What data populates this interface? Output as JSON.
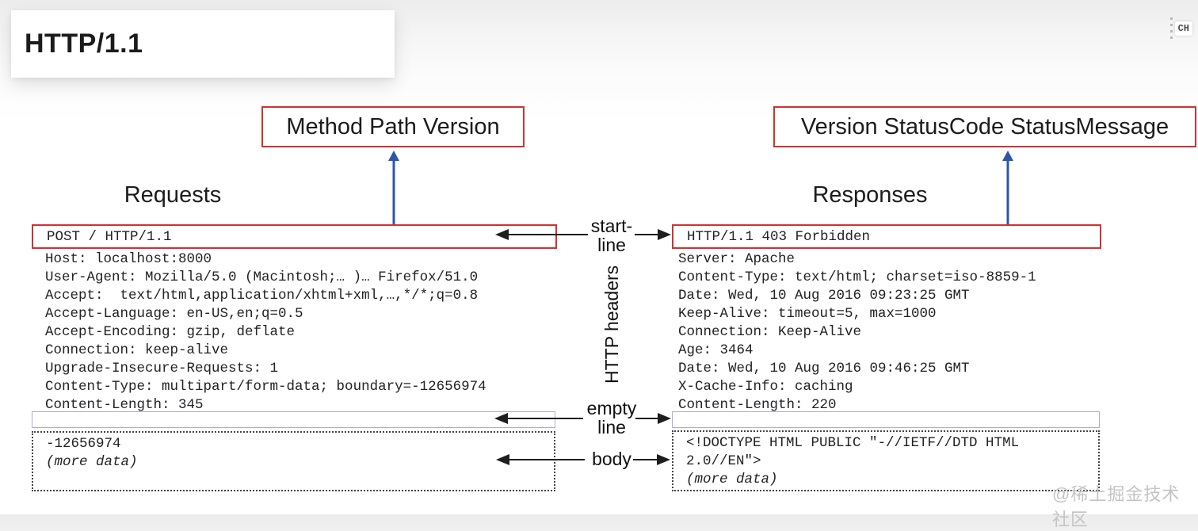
{
  "colors": {
    "accent_red": "#cf3232",
    "accent_blue": "#2e55a8",
    "lavender": "#a8addc",
    "ink": "#1c1c1c",
    "watermark_gray": "#c4c4c4"
  },
  "slide": {
    "title": "HTTP/1.1"
  },
  "system": {
    "ime_badge": "CH"
  },
  "watermark": "@稀土掘金技术社区",
  "annotations": {
    "request_start_line_format": "Method Path Version",
    "response_start_line_format": "Version StatusCode StatusMessage",
    "start_line_label_line1": "start-",
    "start_line_label_line2": "line",
    "http_headers_label": "HTTP headers",
    "empty_line_label_line1": "empty",
    "empty_line_label_line2": "line",
    "body_label": "body"
  },
  "request": {
    "heading": "Requests",
    "start_line": "POST / HTTP/1.1",
    "headers": [
      "Host: localhost:8000",
      "User-Agent: Mozilla/5.0 (Macintosh;… )… Firefox/51.0",
      "Accept:  text/html,application/xhtml+xml,…,*/*;q=0.8",
      "Accept-Language: en-US,en;q=0.5",
      "Accept-Encoding: gzip, deflate",
      "Connection: keep-alive",
      "Upgrade-Insecure-Requests: 1",
      "Content-Type: multipart/form-data; boundary=-12656974",
      "Content-Length: 345"
    ],
    "body_lines": [
      "-12656974",
      "(more data)"
    ]
  },
  "response": {
    "heading": "Responses",
    "start_line": "HTTP/1.1 403 Forbidden",
    "headers": [
      "Server: Apache",
      "Content-Type: text/html; charset=iso-8859-1",
      "Date: Wed, 10 Aug 2016 09:23:25 GMT",
      "Keep-Alive: timeout=5, max=1000",
      "Connection: Keep-Alive",
      "Age: 3464",
      "Date: Wed, 10 Aug 2016 09:46:25 GMT",
      "X-Cache-Info: caching",
      "Content-Length: 220"
    ],
    "body_lines": [
      "<!DOCTYPE HTML PUBLIC \"-//IETF//DTD HTML",
      "2.0//EN\">",
      "(more data)"
    ]
  }
}
